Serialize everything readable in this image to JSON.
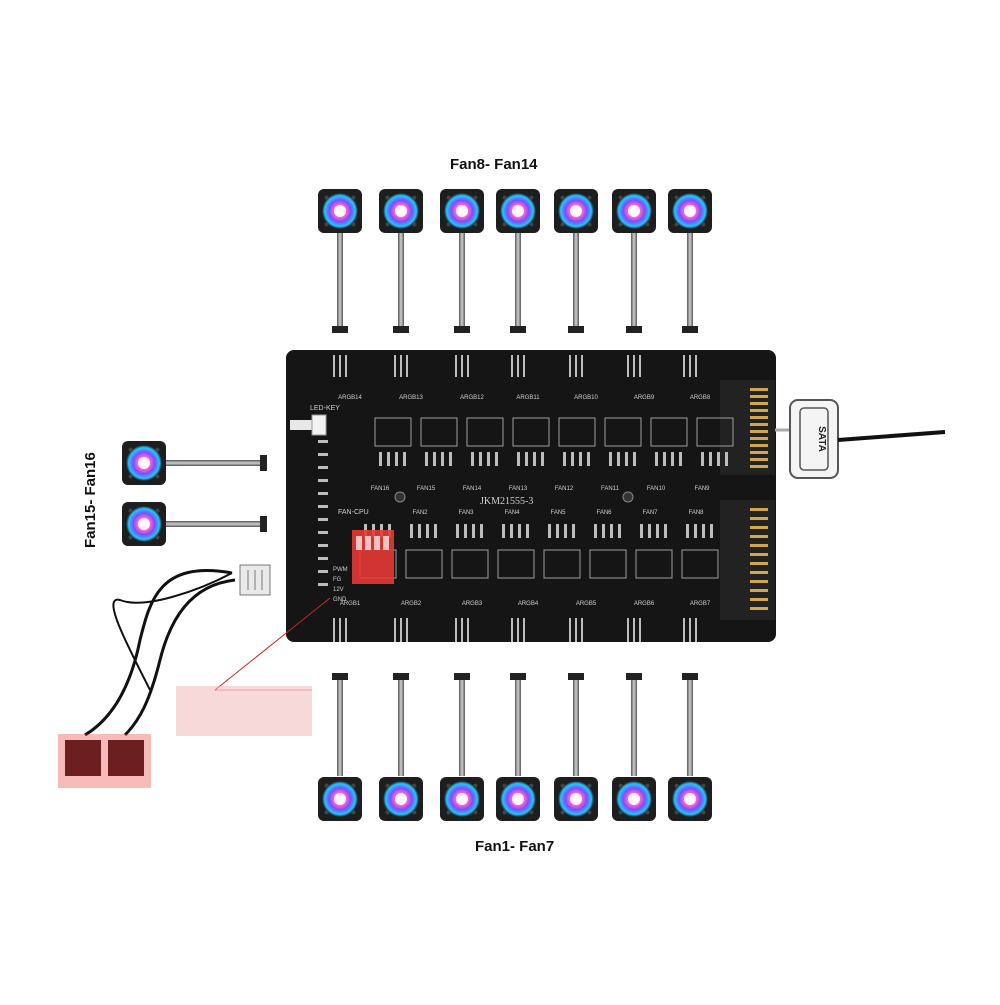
{
  "labels": {
    "top_group": "Fan8- Fan14",
    "bottom_group": "Fan1- Fan7",
    "left_group": "Fan15- Fan16"
  },
  "board": {
    "model": "JKM21555-3",
    "led_key": "LED-KEY",
    "fan_cpu": "FAN-CPU",
    "pin_labels": [
      "PWM",
      "FG",
      "12V",
      "GND"
    ],
    "argb_top": [
      "ARGB14",
      "ARGB13",
      "ARGB12",
      "ARGB11",
      "ARGB10",
      "ARGB9",
      "ARGB8"
    ],
    "argb_bottom": [
      "ARGB1",
      "ARGB2",
      "ARGB3",
      "ARGB4",
      "ARGB5",
      "ARGB6",
      "ARGB7"
    ],
    "fan_row_upper": [
      "FAN16",
      "FAN15",
      "FAN14",
      "FAN13",
      "FAN12",
      "FAN11",
      "FAN10",
      "FAN9"
    ],
    "fan_row_lower": [
      "FAN2",
      "FAN3",
      "FAN4",
      "FAN5",
      "FAN6",
      "FAN7",
      "FAN8"
    ]
  },
  "connector": {
    "sata_label": "SATA"
  },
  "colors": {
    "board": "#151515",
    "fan_frame": "#1e1e1e",
    "highlight": "#e53935",
    "highlight_soft": "#f2b3b3",
    "cable": "#111111"
  }
}
